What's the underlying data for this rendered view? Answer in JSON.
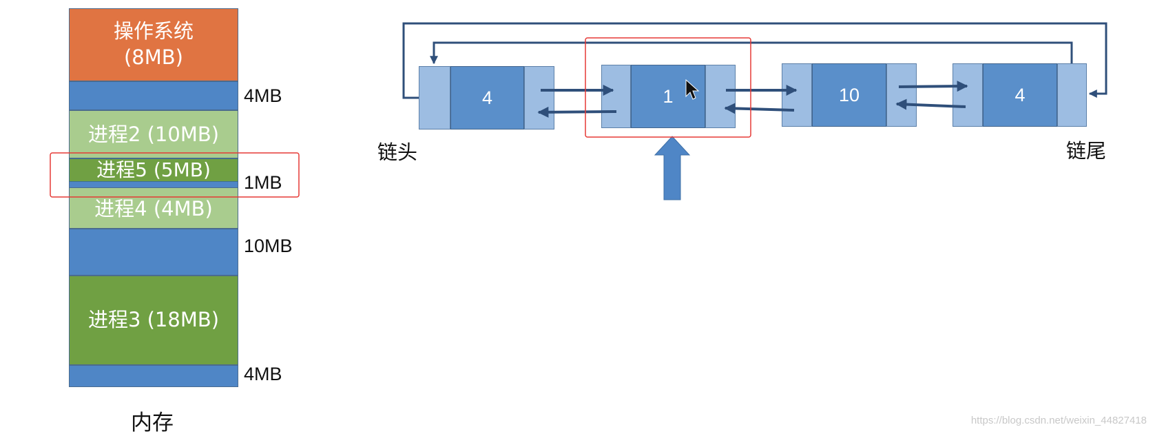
{
  "memory": {
    "caption": "内存",
    "segments": [
      {
        "label": "操作系统\n(8MB)",
        "type": "os"
      },
      {
        "label": "",
        "type": "free"
      },
      {
        "label": "进程2 (10MB)",
        "type": "process-light"
      },
      {
        "label": "进程5 (5MB)",
        "type": "process-new"
      },
      {
        "label": "",
        "type": "free"
      },
      {
        "label": "进程4 (4MB)",
        "type": "process-light"
      },
      {
        "label": "",
        "type": "free"
      },
      {
        "label": "进程3 (18MB)",
        "type": "process-dark"
      },
      {
        "label": "",
        "type": "free"
      }
    ],
    "free_sizes": [
      "4MB",
      "1MB",
      "10MB",
      "4MB"
    ]
  },
  "free_list": {
    "head_label": "链头",
    "tail_label": "链尾",
    "nodes": [
      "4",
      "1",
      "10",
      "4"
    ],
    "current_index": 1
  },
  "watermark": "https://blog.csdn.net/weixin_44827418",
  "colors": {
    "os": "#e07442",
    "free": "#4f86c6",
    "process_light": "#a9cc8e",
    "process_dark": "#70a043",
    "highlight": "#e53935",
    "node_body": "#5a8fca",
    "node_side": "#9dbde2",
    "link": "#2f4f7a"
  }
}
